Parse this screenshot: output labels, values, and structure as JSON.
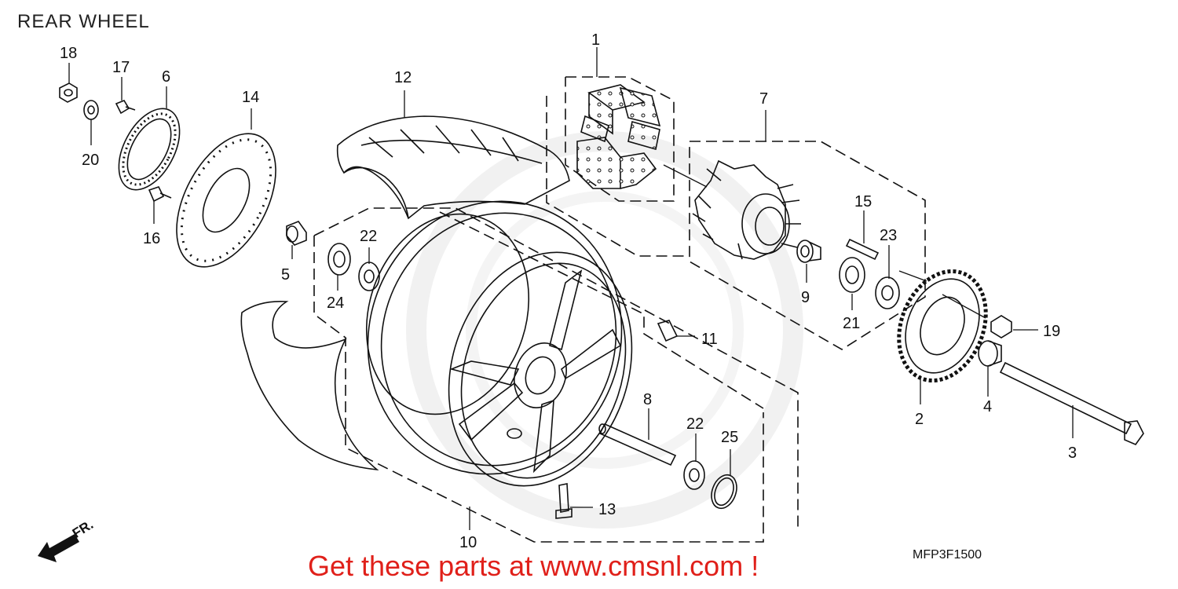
{
  "title": "REAR WHEEL",
  "footer_link": "Get these parts at www.cmsnl.com !",
  "reference_code": "MFP3F1500",
  "direction_label": "FR.",
  "colors": {
    "line": "#111111",
    "footer": "#e0201a",
    "watermark": "#e6e6e6"
  },
  "callouts": [
    {
      "id": "c1",
      "text": "1"
    },
    {
      "id": "c2",
      "text": "2"
    },
    {
      "id": "c3",
      "text": "3"
    },
    {
      "id": "c4",
      "text": "4"
    },
    {
      "id": "c5",
      "text": "5"
    },
    {
      "id": "c6",
      "text": "6"
    },
    {
      "id": "c7",
      "text": "7"
    },
    {
      "id": "c8",
      "text": "8"
    },
    {
      "id": "c9",
      "text": "9"
    },
    {
      "id": "c10",
      "text": "10"
    },
    {
      "id": "c11",
      "text": "11"
    },
    {
      "id": "c12",
      "text": "12"
    },
    {
      "id": "c13",
      "text": "13"
    },
    {
      "id": "c14",
      "text": "14"
    },
    {
      "id": "c15",
      "text": "15"
    },
    {
      "id": "c16",
      "text": "16"
    },
    {
      "id": "c17",
      "text": "17"
    },
    {
      "id": "c18",
      "text": "18"
    },
    {
      "id": "c19",
      "text": "19"
    },
    {
      "id": "c20",
      "text": "20"
    },
    {
      "id": "c21",
      "text": "21"
    },
    {
      "id": "c22a",
      "text": "22"
    },
    {
      "id": "c22b",
      "text": "22"
    },
    {
      "id": "c23",
      "text": "23"
    },
    {
      "id": "c24",
      "text": "24"
    },
    {
      "id": "c25",
      "text": "25"
    }
  ]
}
